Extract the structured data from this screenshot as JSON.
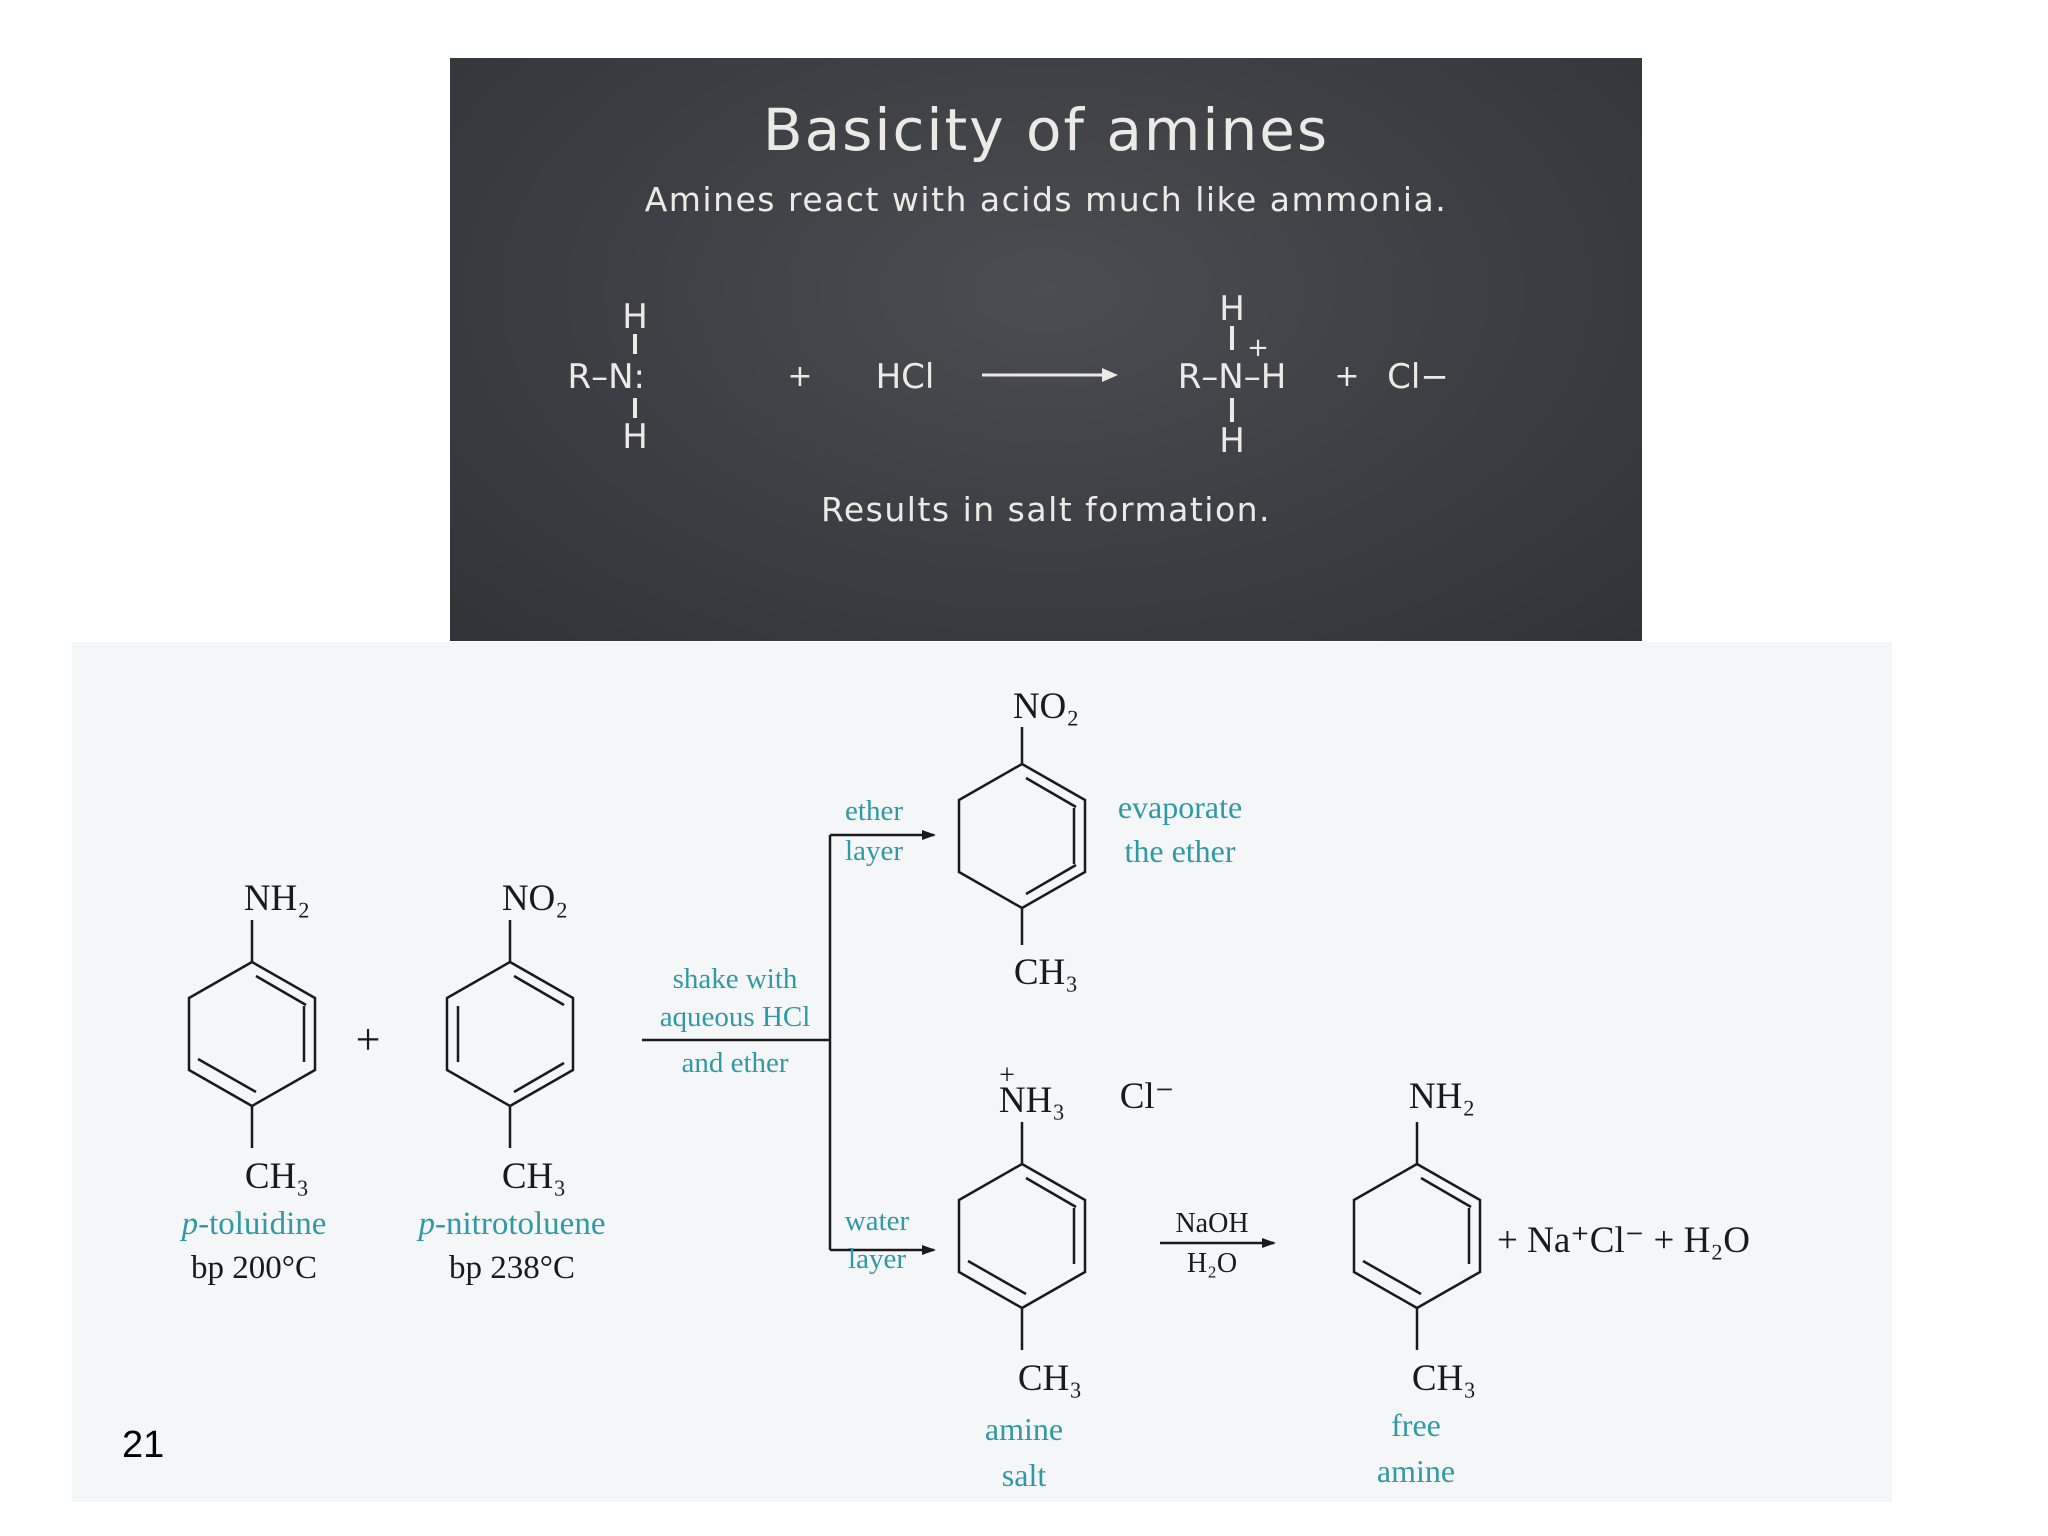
{
  "chalkboard": {
    "title": "Basicity of amines",
    "subtitle": "Amines react with acids much like ammonia.",
    "result": "Results in salt formation.",
    "reaction": {
      "left_amine": "R–N:",
      "H": "H",
      "plus": "+",
      "acid": "HCl",
      "right_ammonium": "R–N–H",
      "charge": "+",
      "chloride": "Cl−"
    }
  },
  "figure": {
    "left_compound_1": {
      "top_group": "NH₂",
      "bottom_group": "CH₃",
      "name_prefix": "p",
      "name_rest": "-toluidine",
      "bp": "bp 200°C"
    },
    "plus": "+",
    "left_compound_2": {
      "top_group": "NO₂",
      "bottom_group": "CH₃",
      "name_prefix": "p",
      "name_rest": "-nitrotoluene",
      "bp": "bp 238°C"
    },
    "process_lines": [
      "shake with",
      "aqueous HCl",
      "and ether"
    ],
    "ether_branch": [
      "ether",
      "layer"
    ],
    "water_branch": [
      "water",
      "layer"
    ],
    "ether_product": {
      "top_group": "NO₂",
      "bottom_group": "CH₃",
      "note": [
        "evaporate",
        "the ether"
      ]
    },
    "salt_product": {
      "top_group": "NH₃",
      "charge": "+",
      "counter_ion": "Cl⁻",
      "bottom_group": "CH₃",
      "label": [
        "amine",
        "salt"
      ]
    },
    "reagent_top": "NaOH",
    "reagent_bottom": "H₂O",
    "free_amine": {
      "top_group": "NH₂",
      "bottom_group": "CH₃",
      "label": [
        "free",
        "amine"
      ]
    },
    "byproducts": "+ Na⁺Cl⁻ + H₂O"
  },
  "colors": {
    "teal": "#2f9aa6",
    "chalk": "#eceae4",
    "board": "#3b3e43",
    "ink": "#1a1a1a"
  },
  "page_number": "21"
}
